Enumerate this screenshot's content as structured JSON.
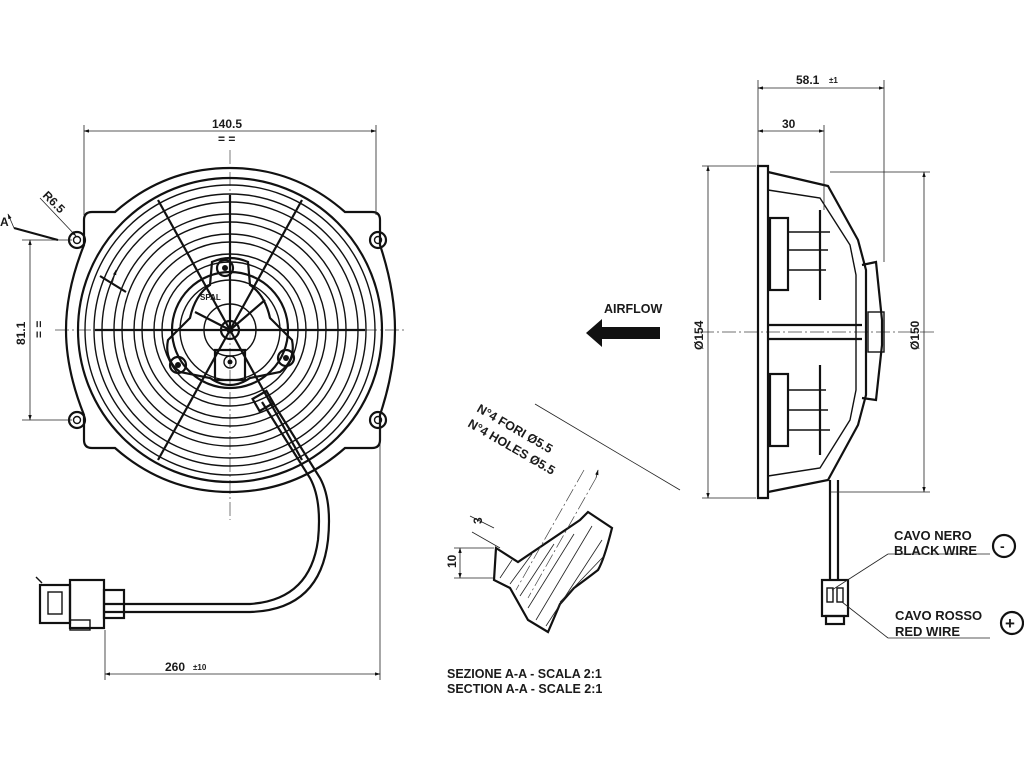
{
  "front_view": {
    "width_dim": "140.5",
    "width_sym": "= =",
    "corner_radius": "R6.5",
    "section_mark": "A",
    "hole_spacing": "81.1",
    "hole_spacing_sym": "= =",
    "cable_length": "260",
    "cable_tolerance": "±10",
    "brand": "SPAL"
  },
  "side_view": {
    "depth_dim": "58.1",
    "depth_tolerance": "±1",
    "motor_depth": "30",
    "outer_diameter": "Ø154",
    "inner_diameter": "Ø150",
    "airflow_label": "AIRFLOW"
  },
  "section": {
    "holes_it": "N°4 FORI Ø5.5",
    "holes_en": "N°4 HOLES Ø5.5",
    "dim_3": "3",
    "dim_10": "10",
    "title_it": "SEZIONE A-A - SCALA 2:1",
    "title_en": "SECTION A-A - SCALE 2:1"
  },
  "wires": {
    "black_it": "CAVO NERO",
    "black_en": "BLACK WIRE",
    "black_sign": "-",
    "red_it": "CAVO ROSSO",
    "red_en": "RED WIRE",
    "red_sign": "+"
  }
}
